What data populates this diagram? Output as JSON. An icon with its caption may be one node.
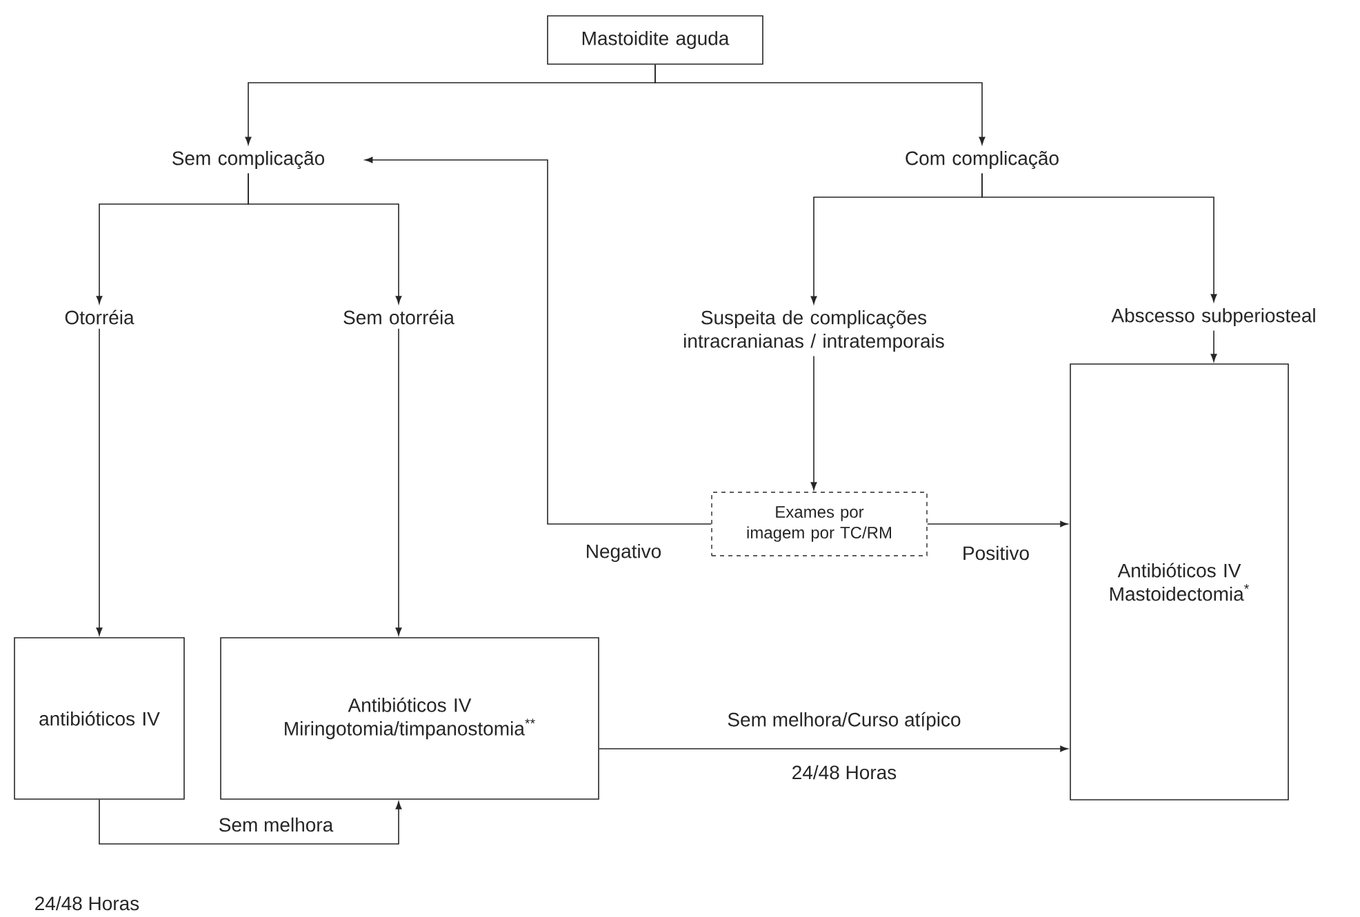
{
  "diagram": {
    "nodes": [
      {
        "text": [
          "Mastoidite aguda"
        ]
      },
      {
        "text": [
          "Sem complicação"
        ]
      },
      {
        "text": [
          "Com complicação"
        ]
      },
      {
        "text": [
          "Otorréia"
        ]
      },
      {
        "text": [
          "Sem otorréia"
        ]
      },
      {
        "text": [
          "Suspeita de complicações intracranianas / intratemporais"
        ]
      },
      {
        "text": [
          "Abscesso subperiosteal"
        ]
      },
      {
        "text": [
          "Exames por imagem por TC/RM"
        ]
      },
      {
        "text": [
          "Antibióticos IV Mastoidectomia$^{*}$"
        ]
      },
      {
        "text": [
          "antibióticos IV"
        ]
      },
      {
        "text": [
          "Antibióticos IV Miringotomia/timpanostomia$^{**}$"
        ]
      }
    ],
    "edges": [
      {
        "from": 0,
        "to": 1,
        "arrow": "to"
      },
      {
        "from": 0,
        "to": 2,
        "arrow": "to"
      },
      {
        "from": 1,
        "to": 3,
        "arrow": "to"
      },
      {
        "from": 1,
        "to": 4,
        "arrow": "to"
      },
      {
        "from": 2,
        "to": 5,
        "arrow": "to"
      },
      {
        "from": 2,
        "to": 6,
        "arrow": "to"
      },
      {
        "from": 5,
        "to": 7,
        "arrow": "to"
      },
      {
        "from": 6,
        "to": 8,
        "arrow": "to"
      },
      {
        "from": 7,
        "to": 1,
        "arrow": "to",
        "label": "Negativo"
      },
      {
        "from": 7,
        "to": 8,
        "arrow": "to",
        "label": "Positivo"
      },
      {
        "from": 3,
        "to": 9,
        "arrow": "to"
      },
      {
        "from": 4,
        "to": 10,
        "arrow": "to"
      },
      {
        "from": 9,
        "to": 10,
        "arrow": "to",
        "label": "Sem melhora"
      },
      {
        "from": 10,
        "to": 8,
        "arrow": "to",
        "label": "Sem melhora/Curso atípico"
      }
    ],
    "labels": [
      "24/48 Horas",
      "24/48 Horas"
    ]
  }
}
